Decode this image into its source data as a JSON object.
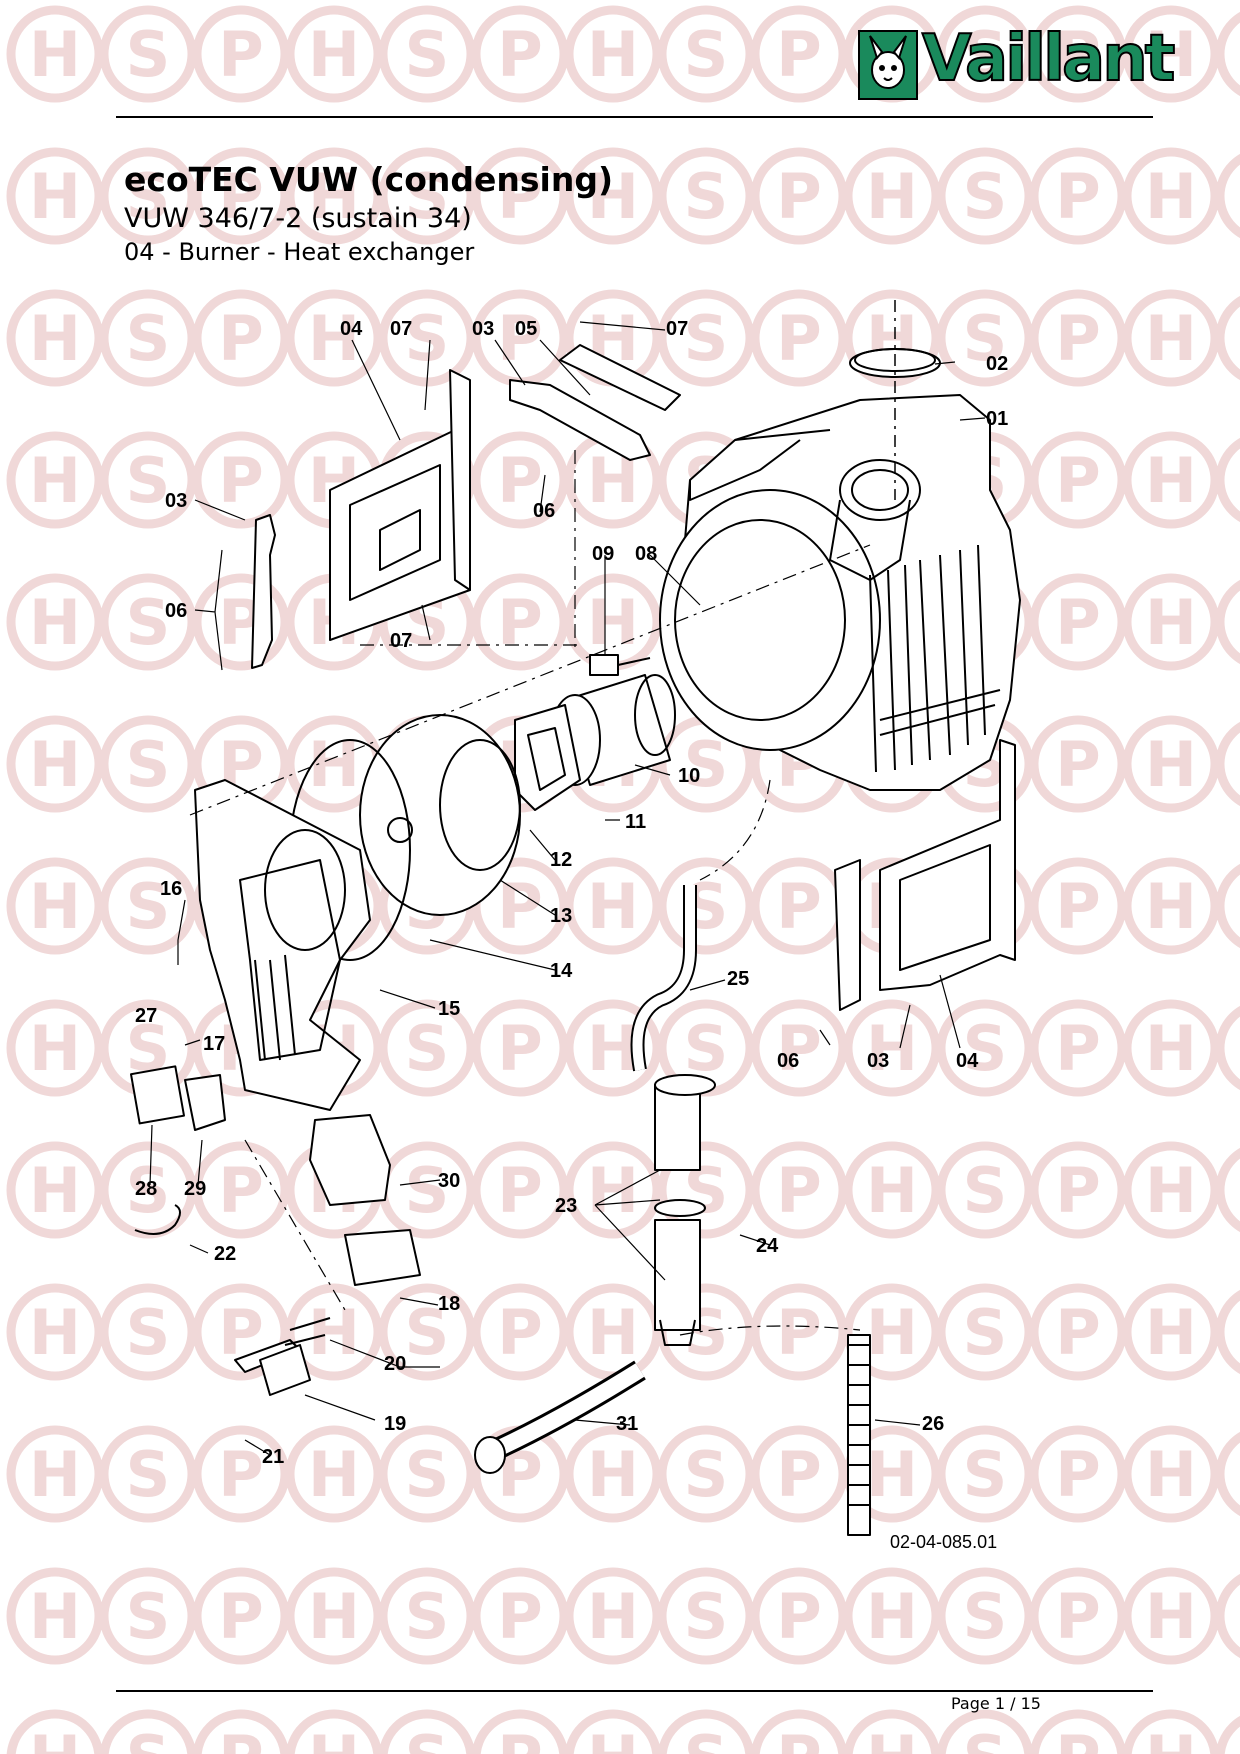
{
  "brand": "Vaillant",
  "title": "ecoTEC VUW (condensing)",
  "model": "VUW 346/7-2 (sustain 34)",
  "section": "04 - Burner - Heat exchanger",
  "drawing_ref": "02-04-085.01",
  "page": "Page 1 / 15",
  "watermark_letters": [
    "H",
    "S",
    "P"
  ],
  "watermark_color": "#f0d8d8",
  "part_labels": [
    "04",
    "07",
    "03",
    "05",
    "07",
    "02",
    "01",
    "03",
    "06",
    "06",
    "09",
    "08",
    "07",
    "10",
    "11",
    "12",
    "13",
    "16",
    "14",
    "15",
    "25",
    "27",
    "17",
    "06",
    "03",
    "04",
    "28",
    "29",
    "30",
    "23",
    "24",
    "22",
    "18",
    "20",
    "19",
    "31",
    "26",
    "21"
  ]
}
